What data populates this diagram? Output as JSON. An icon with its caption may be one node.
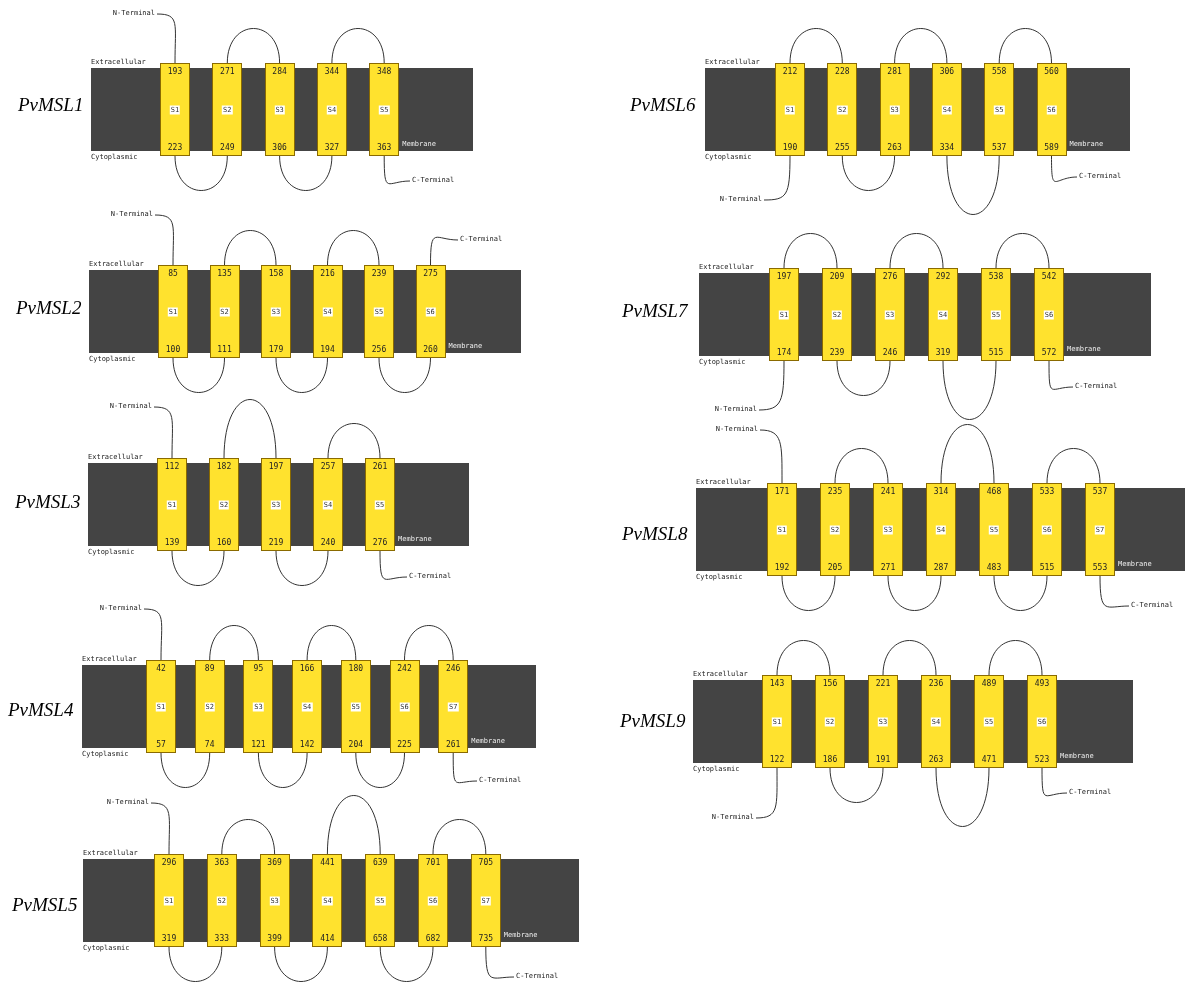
{
  "diagram": {
    "nodes": [
      {
        "text": [
          "N-Terminal"
        ]
      },
      {
        "text": [
          "Membrane"
        ],
        "beside": [
          "PvMSL1",
          "Extracellular",
          "Cytoplasmic"
        ]
      },
      {
        "text": [
          "193",
          "S1",
          "223"
        ]
      },
      {
        "text": [
          "271",
          "S2",
          "249"
        ]
      },
      {
        "text": [
          "284",
          "S3",
          "306"
        ]
      },
      {
        "text": [
          "344",
          "S4",
          "327"
        ]
      },
      {
        "text": [
          "348",
          "S5",
          "363"
        ]
      },
      {
        "text": [
          "C-Terminal"
        ]
      },
      {
        "text": [
          "N-Terminal"
        ]
      },
      {
        "text": [
          "Membrane"
        ],
        "beside": [
          "PvMSL2",
          "Extracellular",
          "Cytoplasmic"
        ]
      },
      {
        "text": [
          "85",
          "S1",
          "100"
        ]
      },
      {
        "text": [
          "135",
          "S2",
          "111"
        ]
      },
      {
        "text": [
          "158",
          "S3",
          "179"
        ]
      },
      {
        "text": [
          "216",
          "S4",
          "194"
        ]
      },
      {
        "text": [
          "239",
          "S5",
          "256"
        ]
      },
      {
        "text": [
          "275",
          "S6",
          "260"
        ]
      },
      {
        "text": [
          "C-Terminal"
        ]
      },
      {
        "text": [
          "N-Terminal"
        ]
      },
      {
        "text": [
          "Membrane"
        ],
        "beside": [
          "PvMSL3",
          "Extracellular",
          "Cytoplasmic"
        ]
      },
      {
        "text": [
          "112",
          "S1",
          "139"
        ]
      },
      {
        "text": [
          "182",
          "S2",
          "160"
        ]
      },
      {
        "text": [
          "197",
          "S3",
          "219"
        ]
      },
      {
        "text": [
          "257",
          "S4",
          "240"
        ]
      },
      {
        "text": [
          "261",
          "S5",
          "276"
        ]
      },
      {
        "text": [
          "C-Terminal"
        ]
      },
      {
        "text": [
          "N-Terminal"
        ]
      },
      {
        "text": [
          "Membrane"
        ],
        "beside": [
          "PvMSL4",
          "Extracellular",
          "Cytoplasmic"
        ]
      },
      {
        "text": [
          "42",
          "S1",
          "57"
        ]
      },
      {
        "text": [
          "89",
          "S2",
          "74"
        ]
      },
      {
        "text": [
          "95",
          "S3",
          "121"
        ]
      },
      {
        "text": [
          "166",
          "S4",
          "142"
        ]
      },
      {
        "text": [
          "180",
          "S5",
          "204"
        ]
      },
      {
        "text": [
          "242",
          "S6",
          "225"
        ]
      },
      {
        "text": [
          "246",
          "S7",
          "261"
        ]
      },
      {
        "text": [
          "C-Terminal"
        ]
      },
      {
        "text": [
          "N-Terminal"
        ]
      },
      {
        "text": [
          "Membrane"
        ],
        "beside": [
          "PvMSL5",
          "Extracellular",
          "Cytoplasmic"
        ]
      },
      {
        "text": [
          "296",
          "S1",
          "319"
        ]
      },
      {
        "text": [
          "363",
          "S2",
          "333"
        ]
      },
      {
        "text": [
          "369",
          "S3",
          "399"
        ]
      },
      {
        "text": [
          "441",
          "S4",
          "414"
        ]
      },
      {
        "text": [
          "639",
          "S5",
          "658"
        ]
      },
      {
        "text": [
          "701",
          "S6",
          "682"
        ]
      },
      {
        "text": [
          "705",
          "S7",
          "735"
        ]
      },
      {
        "text": [
          "C-Terminal"
        ]
      },
      {
        "text": [
          "N-Terminal"
        ]
      },
      {
        "text": [
          "Membrane"
        ],
        "beside": [
          "PvMSL6",
          "Extracellular",
          "Cytoplasmic"
        ]
      },
      {
        "text": [
          "212",
          "S1",
          "190"
        ]
      },
      {
        "text": [
          "228",
          "S2",
          "255"
        ]
      },
      {
        "text": [
          "281",
          "S3",
          "263"
        ]
      },
      {
        "text": [
          "306",
          "S4",
          "334"
        ]
      },
      {
        "text": [
          "558",
          "S5",
          "537"
        ]
      },
      {
        "text": [
          "560",
          "S6",
          "589"
        ]
      },
      {
        "text": [
          "C-Terminal"
        ]
      },
      {
        "text": [
          "N-Terminal"
        ]
      },
      {
        "text": [
          "Membrane"
        ],
        "beside": [
          "PvMSL7",
          "Extracellular",
          "Cytoplasmic"
        ]
      },
      {
        "text": [
          "197",
          "S1",
          "174"
        ]
      },
      {
        "text": [
          "209",
          "S2",
          "239"
        ]
      },
      {
        "text": [
          "276",
          "S3",
          "246"
        ]
      },
      {
        "text": [
          "292",
          "S4",
          "319"
        ]
      },
      {
        "text": [
          "538",
          "S5",
          "515"
        ]
      },
      {
        "text": [
          "542",
          "S6",
          "572"
        ]
      },
      {
        "text": [
          "C-Terminal"
        ]
      },
      {
        "text": [
          "N-Terminal"
        ]
      },
      {
        "text": [
          "Membrane"
        ],
        "beside": [
          "PvMSL8",
          "Extracellular",
          "Cytoplasmic"
        ]
      },
      {
        "text": [
          "171",
          "S1",
          "192"
        ]
      },
      {
        "text": [
          "235",
          "S2",
          "205"
        ]
      },
      {
        "text": [
          "241",
          "S3",
          "271"
        ]
      },
      {
        "text": [
          "314",
          "S4",
          "287"
        ]
      },
      {
        "text": [
          "468",
          "S5",
          "483"
        ]
      },
      {
        "text": [
          "533",
          "S6",
          "515"
        ]
      },
      {
        "text": [
          "537",
          "S7",
          "553"
        ]
      },
      {
        "text": [
          "C-Terminal"
        ]
      },
      {
        "text": [
          "N-Terminal"
        ]
      },
      {
        "text": [
          "Membrane"
        ],
        "beside": [
          "PvMSL9",
          "Extracellular",
          "Cytoplasmic"
        ]
      },
      {
        "text": [
          "143",
          "S1",
          "122"
        ]
      },
      {
        "text": [
          "156",
          "S2",
          "186"
        ]
      },
      {
        "text": [
          "221",
          "S3",
          "191"
        ]
      },
      {
        "text": [
          "236",
          "S4",
          "263"
        ]
      },
      {
        "text": [
          "489",
          "S5",
          "471"
        ]
      },
      {
        "text": [
          "493",
          "S6",
          "523"
        ]
      },
      {
        "text": [
          "C-Terminal"
        ]
      }
    ],
    "edges": [
      {
        "from": 0,
        "to": 2,
        "arrow": "none"
      },
      {
        "from": 2,
        "to": 3,
        "arrow": "none"
      },
      {
        "from": 3,
        "to": 4,
        "arrow": "none"
      },
      {
        "from": 4,
        "to": 5,
        "arrow": "none"
      },
      {
        "from": 5,
        "to": 6,
        "arrow": "none"
      },
      {
        "from": 6,
        "to": 7,
        "arrow": "none"
      },
      {
        "from": 8,
        "to": 10,
        "arrow": "none"
      },
      {
        "from": 10,
        "to": 11,
        "arrow": "none"
      },
      {
        "from": 11,
        "to": 12,
        "arrow": "none"
      },
      {
        "from": 12,
        "to": 13,
        "arrow": "none"
      },
      {
        "from": 13,
        "to": 14,
        "arrow": "none"
      },
      {
        "from": 14,
        "to": 15,
        "arrow": "none"
      },
      {
        "from": 15,
        "to": 16,
        "arrow": "none"
      },
      {
        "from": 17,
        "to": 19,
        "arrow": "none"
      },
      {
        "from": 19,
        "to": 20,
        "arrow": "none"
      },
      {
        "from": 20,
        "to": 21,
        "arrow": "none"
      },
      {
        "from": 21,
        "to": 22,
        "arrow": "none"
      },
      {
        "from": 22,
        "to": 23,
        "arrow": "none"
      },
      {
        "from": 23,
        "to": 24,
        "arrow": "none"
      },
      {
        "from": 25,
        "to": 27,
        "arrow": "none"
      },
      {
        "from": 27,
        "to": 28,
        "arrow": "none"
      },
      {
        "from": 28,
        "to": 29,
        "arrow": "none"
      },
      {
        "from": 29,
        "to": 30,
        "arrow": "none"
      },
      {
        "from": 30,
        "to": 31,
        "arrow": "none"
      },
      {
        "from": 31,
        "to": 32,
        "arrow": "none"
      },
      {
        "from": 32,
        "to": 33,
        "arrow": "none"
      },
      {
        "from": 33,
        "to": 34,
        "arrow": "none"
      },
      {
        "from": 35,
        "to": 37,
        "arrow": "none"
      },
      {
        "from": 37,
        "to": 38,
        "arrow": "none"
      },
      {
        "from": 38,
        "to": 39,
        "arrow": "none"
      },
      {
        "from": 39,
        "to": 40,
        "arrow": "none"
      },
      {
        "from": 40,
        "to": 41,
        "arrow": "none"
      },
      {
        "from": 41,
        "to": 42,
        "arrow": "none"
      },
      {
        "from": 42,
        "to": 43,
        "arrow": "none"
      },
      {
        "from": 43,
        "to": 44,
        "arrow": "none"
      },
      {
        "from": 45,
        "to": 47,
        "arrow": "none"
      },
      {
        "from": 47,
        "to": 48,
        "arrow": "none"
      },
      {
        "from": 48,
        "to": 49,
        "arrow": "none"
      },
      {
        "from": 49,
        "to": 50,
        "arrow": "none"
      },
      {
        "from": 50,
        "to": 51,
        "arrow": "none"
      },
      {
        "from": 51,
        "to": 52,
        "arrow": "none"
      },
      {
        "from": 52,
        "to": 53,
        "arrow": "none"
      },
      {
        "from": 54,
        "to": 56,
        "arrow": "none"
      },
      {
        "from": 56,
        "to": 57,
        "arrow": "none"
      },
      {
        "from": 57,
        "to": 58,
        "arrow": "none"
      },
      {
        "from": 58,
        "to": 59,
        "arrow": "none"
      },
      {
        "from": 59,
        "to": 60,
        "arrow": "none"
      },
      {
        "from": 60,
        "to": 61,
        "arrow": "none"
      },
      {
        "from": 61,
        "to": 62,
        "arrow": "none"
      },
      {
        "from": 63,
        "to": 65,
        "arrow": "none"
      },
      {
        "from": 65,
        "to": 66,
        "arrow": "none"
      },
      {
        "from": 66,
        "to": 67,
        "arrow": "none"
      },
      {
        "from": 67,
        "to": 68,
        "arrow": "none"
      },
      {
        "from": 68,
        "to": 69,
        "arrow": "none"
      },
      {
        "from": 69,
        "to": 70,
        "arrow": "none"
      },
      {
        "from": 70,
        "to": 71,
        "arrow": "none"
      },
      {
        "from": 71,
        "to": 72,
        "arrow": "none"
      },
      {
        "from": 73,
        "to": 75,
        "arrow": "none"
      },
      {
        "from": 75,
        "to": 76,
        "arrow": "none"
      },
      {
        "from": 76,
        "to": 77,
        "arrow": "none"
      },
      {
        "from": 77,
        "to": 78,
        "arrow": "none"
      },
      {
        "from": 78,
        "to": 79,
        "arrow": "none"
      },
      {
        "from": 79,
        "to": 80,
        "arrow": "none"
      },
      {
        "from": 80,
        "to": 81,
        "arrow": "none"
      }
    ]
  }
}
